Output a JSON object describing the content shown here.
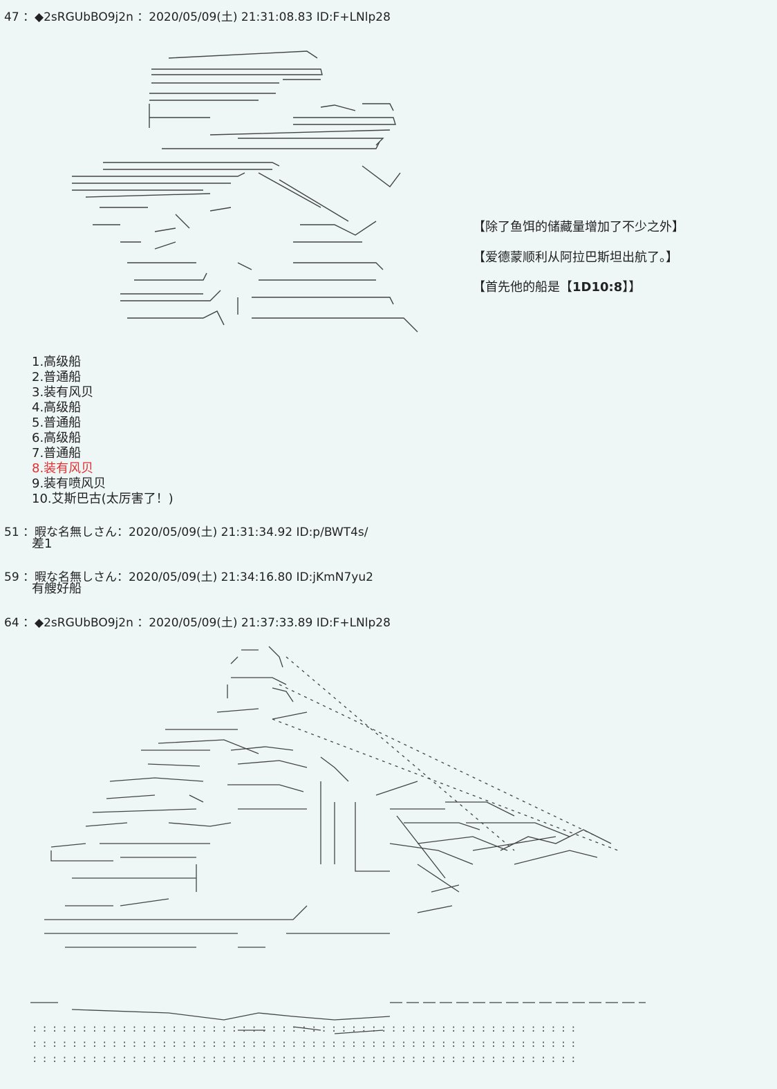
{
  "posts": [
    {
      "header": "47 ：◆2sRGUbBO9j2n ：2020/05/09(土) 21:31:08.83 ID:F+LNlp28"
    },
    {
      "header": "51 ：暇な名無しさん：2020/05/09(土) 21:31:34.92 ID:p/BWT4s/",
      "body": "差1"
    },
    {
      "header": "59 ：暇な名無しさん：2020/05/09(土) 21:34:16.80 ID:jKmN7yu2",
      "body": "有艘好船"
    },
    {
      "header": "64 ：◆2sRGUbBO9j2n ：2020/05/09(土) 21:37:33.89 ID:F+LNlp28"
    }
  ],
  "narration": {
    "line1": "【除了鱼饵的储藏量增加了不少之外】",
    "line2": "【爱德蒙顺利从阿拉巴斯坦出航了。】",
    "line3_prefix": "【首先他的船是【",
    "line3_roll": "1D10:8",
    "line3_suffix": "】】"
  },
  "choices": [
    "1.高级船",
    "2.普通船",
    "3.装有风贝",
    "4.高级船",
    "5.普通船",
    "6.高级船",
    "7.普通船",
    "8.装有风贝",
    "9.装有喷风贝",
    "10.艾斯巴古(太厉害了！)"
  ],
  "highlight_color": "#e03030"
}
